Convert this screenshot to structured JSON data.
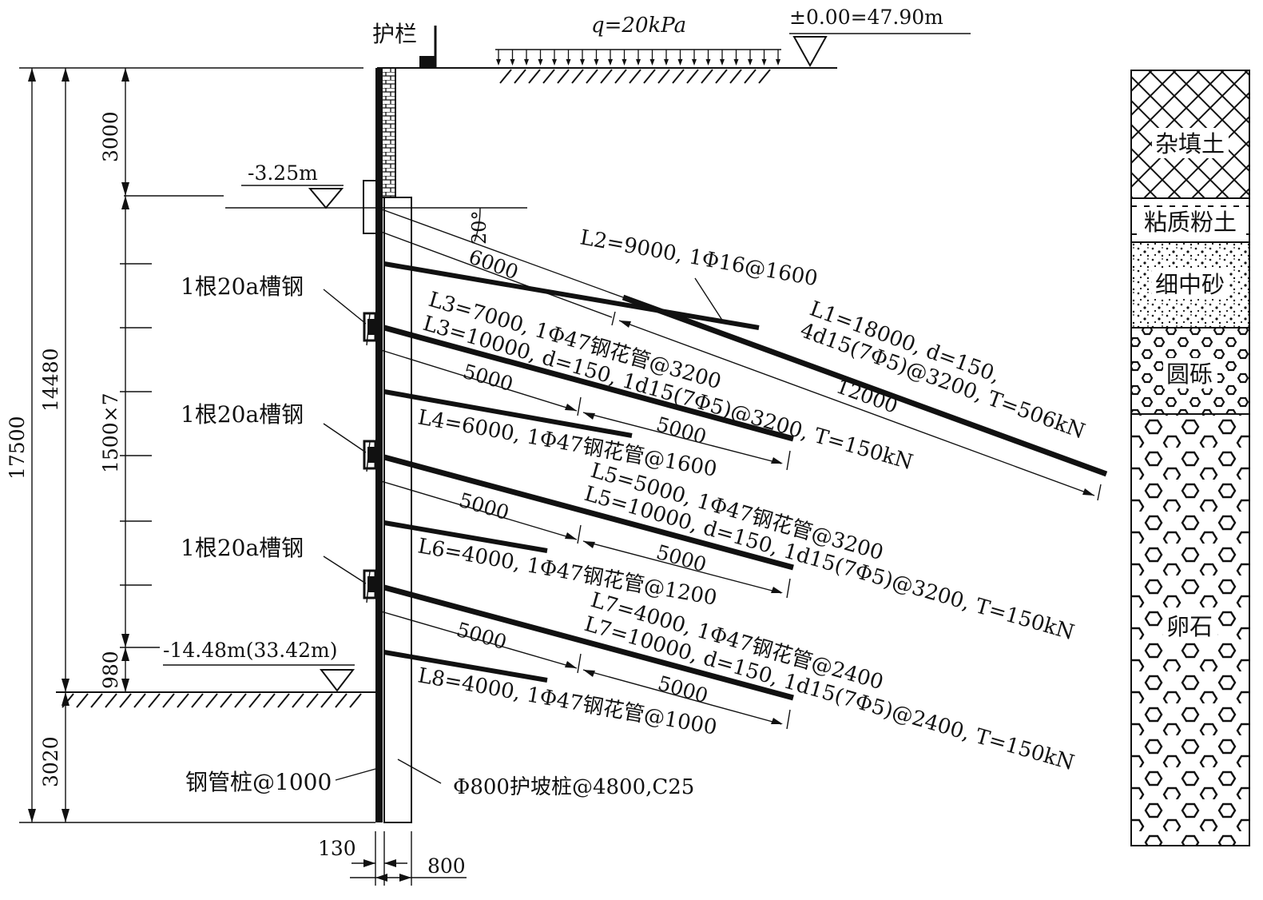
{
  "labels": {
    "railing": "护栏",
    "surcharge": "q=20kPa",
    "ground_elevation": "±0.00=47.90m",
    "cap_elevation": "-3.25m",
    "bottom_elevation": "-14.48m(33.42m)",
    "angle": "20°",
    "steel_pipe_pile": "钢管桩@1000",
    "bored_pile": "Φ800护坡桩@4800,C25",
    "waler_1": "1根20a槽钢",
    "waler_2": "1根20a槽钢",
    "waler_3": "1根20a槽钢"
  },
  "dimensions": {
    "total": "17500",
    "excavation": "14480",
    "top": "3000",
    "spacing": "1500×7",
    "bottom_gap": "980",
    "embedment": "3020",
    "pipe_width": "130",
    "pile_width": "800"
  },
  "anchors": {
    "L1": "L1=18000, d=150,",
    "L1_spec": "4d15(7Φ5)@3200, T=506kN",
    "L1_free": "6000",
    "L1_bond": "12000",
    "L2": "L2=9000, 1Φ16@1600",
    "L3a": "L3=7000, 1Φ47钢花管@3200",
    "L3b": "L3=10000, d=150, 1d15(7Φ5)@3200, T=150kN",
    "L3_free": "5000",
    "L3_bond": "5000",
    "L4": "L4=6000, 1Φ47钢花管@1600",
    "L5a": "L5=5000, 1Φ47钢花管@3200",
    "L5b": "L5=10000, d=150, 1d15(7Φ5)@3200, T=150kN",
    "L5_free": "5000",
    "L5_bond": "5000",
    "L6": "L6=4000, 1Φ47钢花管@1200",
    "L7a": "L7=4000, 1Φ47钢花管@2400",
    "L7b": "L7=10000, d=150, 1d15(7Φ5)@2400, T=150kN",
    "L7_free": "5000",
    "L7_bond": "5000",
    "L8": "L8=4000, 1Φ47钢花管@1000"
  },
  "soil_layers": [
    "杂填土",
    "粘质粉土",
    "细中砂",
    "圆砾",
    "卵石"
  ]
}
